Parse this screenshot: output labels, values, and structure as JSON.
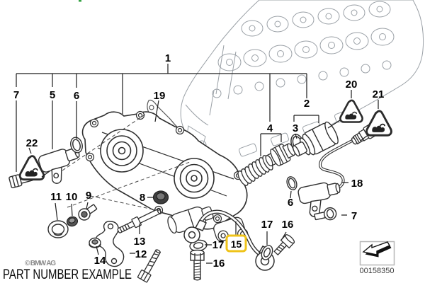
{
  "diagram": {
    "copyright": "© BMW AG",
    "caption": "PART NUMBER EXAMPLE",
    "code": "00158350",
    "selected_part": "15"
  },
  "colors": {
    "highlight": "#EFC319",
    "line": "#2f2f2f",
    "engine_line": "#9aa0a6"
  },
  "callouts": {
    "1": "1",
    "2": "2",
    "3": "3",
    "4": "4",
    "5": "5",
    "6": "6",
    "7": "7",
    "8": "8",
    "9": "9",
    "10": "10",
    "11": "11",
    "12": "12",
    "13": "13",
    "14": "14",
    "15": "15",
    "16": "16",
    "17": "17",
    "18": "18",
    "19": "19",
    "20": "20",
    "21": "21",
    "22": "22"
  }
}
